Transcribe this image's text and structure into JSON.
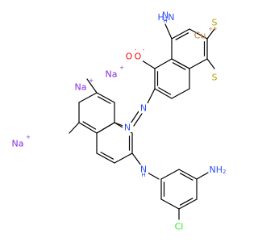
{
  "colors": {
    "bond": "#000000",
    "C": "#000000",
    "N": "#3050F8",
    "O": "#FF0D0D",
    "S": "#B8A000",
    "Na": "#8A2BE2",
    "Cu": "#C88033",
    "Cl": "#1FF01F"
  },
  "labels": {
    "cu": "Cu",
    "cu_charge": "++",
    "na1": "Na",
    "na2": "Na",
    "na3": "Na",
    "na_charge": "+",
    "cl": "Cl",
    "nh": "N",
    "nh_h": "H",
    "nh2_top": "N",
    "nh2_top_h": "H",
    "nh2_top_2": "2",
    "nh2_right": "N",
    "nh2_right_h": "H",
    "nh2_right_2": "2",
    "azo_n1": "N",
    "azo_n2": "N",
    "s1": "S",
    "s2": "S",
    "s3": "S",
    "o": "O",
    "o_minus": "-"
  }
}
